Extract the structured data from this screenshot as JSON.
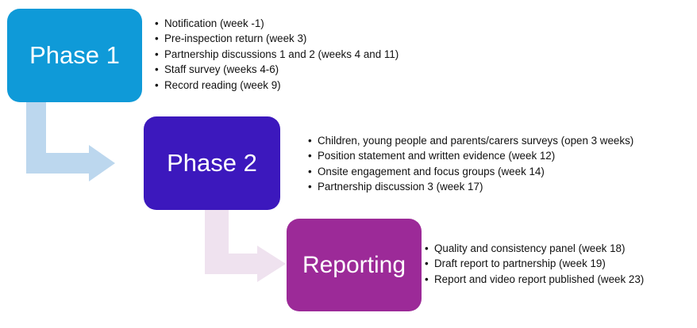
{
  "colors": {
    "phase1_box": "#0f9ad8",
    "phase2_box": "#3c18bd",
    "reporting_box": "#9c2a98",
    "arrow_1_to_2": "#bcd7ee",
    "arrow_2_to_3": "#efe2ef"
  },
  "phases": [
    {
      "title": "Phase 1",
      "items": [
        "Notification (week -1)",
        "Pre-inspection return (week 3)",
        "Partnership discussions 1 and 2 (weeks 4 and 11)",
        "Staff survey (weeks 4-6)",
        "Record reading (week 9)"
      ]
    },
    {
      "title": "Phase 2",
      "items": [
        "Children, young people and parents/carers surveys (open 3 weeks)",
        "Position statement and written evidence (week 12)",
        "Onsite engagement and focus groups (week 14)",
        "Partnership discussion 3 (week 17)"
      ]
    },
    {
      "title": "Reporting",
      "items": [
        "Quality and consistency panel (week 18)",
        "Draft report  to partnership (week 19)",
        "Report and video report published (week 23)"
      ]
    }
  ]
}
